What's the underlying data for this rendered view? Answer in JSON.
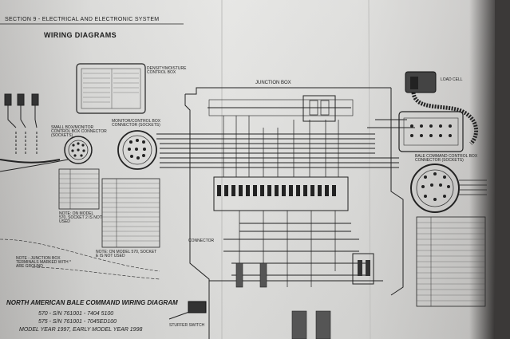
{
  "header": {
    "section": "SECTION 9 - ELECTRICAL AND ELECTRONIC SYSTEM",
    "title": "WIRING DIAGRAMS"
  },
  "labels": {
    "junction_box": "JUNCTION BOX",
    "density_moisture_box": "DENSITY/MOISTURE CONTROL BOX",
    "load_cell": "LOAD CELL",
    "baler_control_box": "BALE COMMAND CONTROL BOX CONNECTOR (SOCKETS)",
    "small_connector": "SMALL BOX/MONITOR CONTROL BOX CONNECTOR (SOCKETS)",
    "large_connector": "MONITOR/CONTROL BOX CONNECTOR (SOCKETS)",
    "connector": "CONNECTOR",
    "stuffer_switch": "STUFFER SWITCH",
    "note_left": "NOTE - JUNCTION BOX TERMINALS MARKED WITH * ARE GROUND",
    "note_mid": "NOTE: ON MODEL 570, SOCKET E IS NOT USED",
    "note_mid2": "NOTE: ON MODEL 570, SOCKET 2 IS NOT USED"
  },
  "caption": {
    "title": "NORTH AMERICAN BALE COMMAND WIRING DIAGRAM",
    "line1": "570 - S/N 761001 - 7404 5100",
    "line2": "575 - S/N 761001 - 7045ED100",
    "line3": "MODEL YEAR 1997, EARLY MODEL YEAR 1998"
  }
}
